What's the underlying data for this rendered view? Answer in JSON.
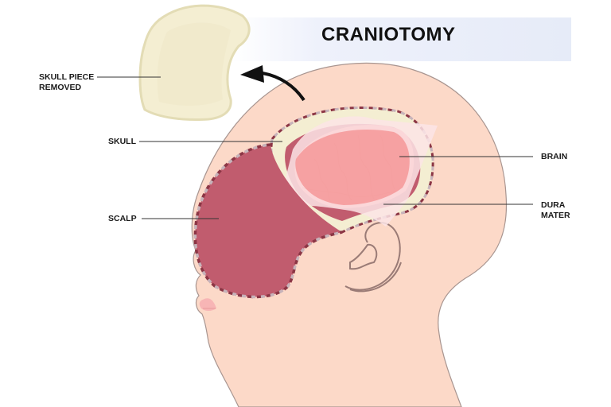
{
  "title": "CRANIOTOMY",
  "labels": {
    "skull_piece_removed": [
      "SKULL PIECE",
      "REMOVED"
    ],
    "skull": "SKULL",
    "scalp": "SCALP",
    "brain": "BRAIN",
    "dura_mater": [
      "DURA",
      "MATER"
    ]
  },
  "colors": {
    "skin": "#fcd9c8",
    "skin_outline": "#a89590",
    "scalp_flap": "#c15c6e",
    "bone": "#f4eed2",
    "bone_outline": "#e3dcb5",
    "brain": "#f48a8a",
    "dura": "#fbe4e6",
    "dash_dark": "#8c3645",
    "dash_light": "#c7b3ba",
    "banner": "#e6ebf8"
  }
}
